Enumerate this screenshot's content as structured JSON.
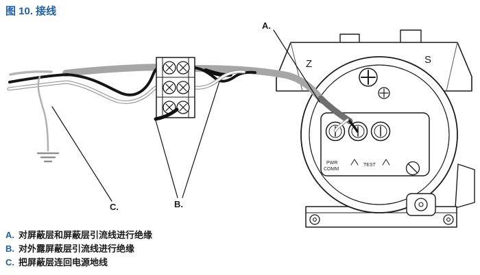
{
  "title": "图 10. 接线",
  "colors": {
    "accent": "#1c5fae"
  },
  "diagram": {
    "callouts": {
      "a": "A.",
      "b": "B.",
      "c": "C."
    },
    "housing_marks": {
      "left": "Z",
      "right": "S"
    },
    "terminal_labels": {
      "pwr": "PWR",
      "comm": "COMM",
      "test": "TEST"
    }
  },
  "legend": {
    "items": [
      {
        "key": "A.",
        "text": "对屏蔽层和屏蔽层引流线进行绝缘"
      },
      {
        "key": "B.",
        "text": "对外露屏蔽层引流线进行绝缘"
      },
      {
        "key": "C.",
        "text": "把屏蔽层连回电源地线"
      }
    ]
  }
}
